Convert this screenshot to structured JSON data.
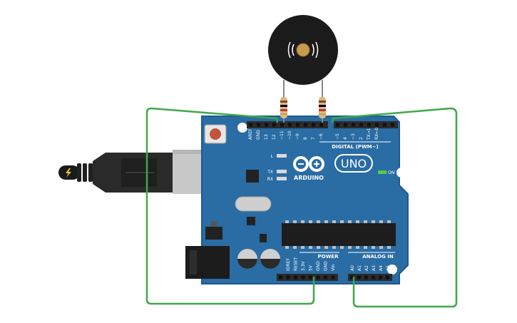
{
  "board": {
    "brand": "ARDUINO",
    "model": "UNO",
    "on_label": "ON",
    "l_label": "L",
    "tx_label": "TX",
    "rx_label": "RX",
    "digital_label": "DIGITAL (PWM~)",
    "power_label": "POWER",
    "analog_label": "ANALOG IN",
    "digital_pins": [
      "AREF",
      "GND",
      "13",
      "12",
      "~11",
      "~10",
      "~9",
      "8",
      "7",
      "~6",
      "~5",
      "4",
      "~3",
      "2",
      "TX→1",
      "RX←0"
    ],
    "power_pins": [
      "IOREF",
      "RESET",
      "3.3V",
      "5V",
      "GND",
      "GND",
      "Vin"
    ],
    "analog_pins": [
      "A0",
      "A1",
      "A2",
      "A3",
      "A4",
      "A5"
    ]
  },
  "components": {
    "buzzer": "piezo-buzzer",
    "resistors": 2,
    "usb_cable": "usb-b-cable",
    "colors": {
      "board": "#2a6ca4",
      "board_edge": "#1f5a8c",
      "wire": "#3fa84a",
      "header": "#2b2b2b",
      "buzzer": "#1b1b1b",
      "buzzer_center": "#c89a50",
      "reset_button": "#c2543e",
      "on_led": "#59c84e"
    }
  }
}
